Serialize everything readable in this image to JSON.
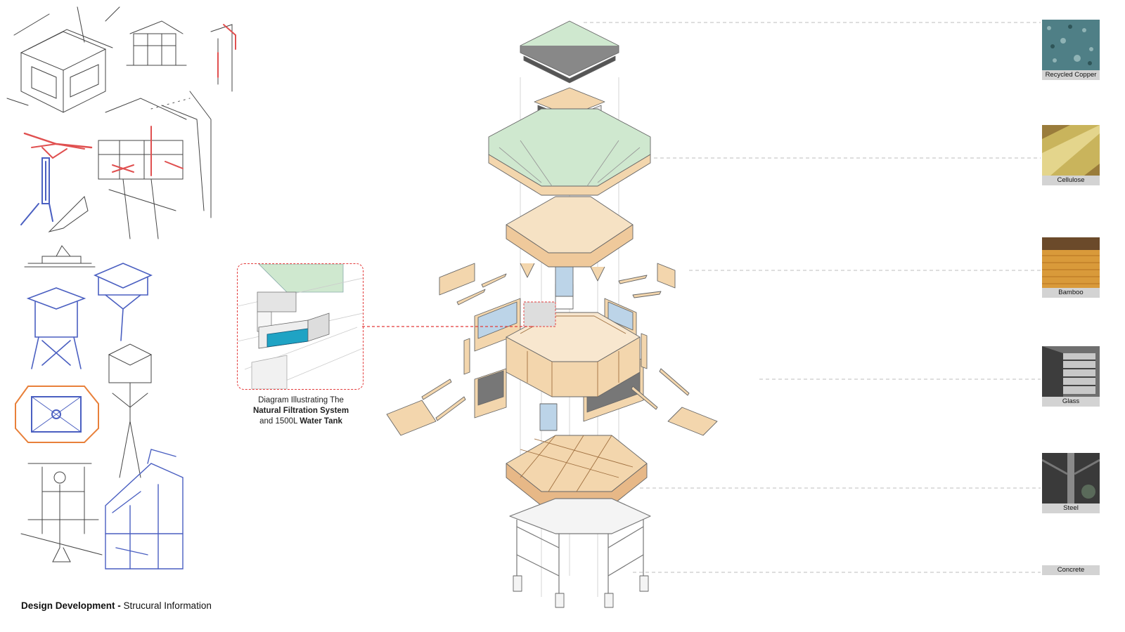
{
  "inset_caption": {
    "line1": "Diagram Illustrating The",
    "line2_bold": "Natural Filtration System",
    "line3_pre": "and 1500L ",
    "line3_bold": "Water Tank"
  },
  "footer": {
    "bold": "Design Development -",
    "rest": " Strucural Information"
  },
  "materials": [
    {
      "label": "Recycled Copper",
      "icon": "recycled-copper-texture",
      "color": "#4f7f86"
    },
    {
      "label": "Cellulose",
      "icon": "cellulose-texture",
      "color": "#c9b45c"
    },
    {
      "label": "Bamboo",
      "icon": "bamboo-texture",
      "color": "#d99a3a"
    },
    {
      "label": "Glass",
      "icon": "glass-window-photo",
      "color": "#6f6f6f"
    },
    {
      "label": "Steel",
      "icon": "steel-structure-photo",
      "color": "#3a3a3a"
    },
    {
      "label": "Concrete",
      "icon": "",
      "color": "#d3d3d3"
    }
  ],
  "colors": {
    "accent_red": "#e33b3b",
    "wood": "#f3d6ad",
    "roof_green": "#cfe8cf",
    "water": "#1fa3c4",
    "sketch_blue": "#4a5fc1",
    "sketch_red": "#e05050",
    "sketch_orange": "#e8803a"
  }
}
